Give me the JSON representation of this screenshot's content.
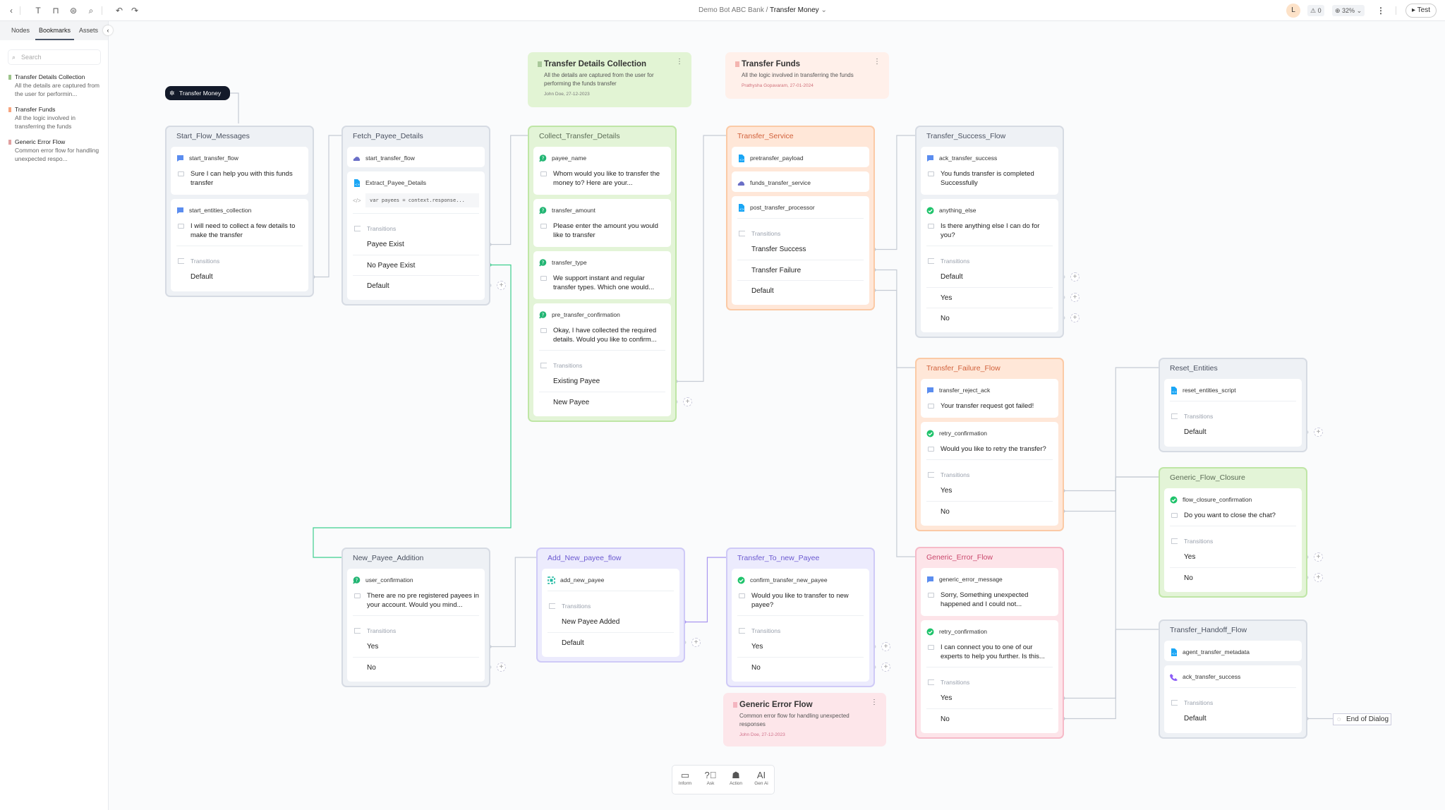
{
  "topbar": {
    "breadcrumb_parent": "Demo Bot ABC Bank",
    "breadcrumb_sep": "/",
    "breadcrumb_current": "Transfer Money",
    "avatar": "L",
    "warnings": "0",
    "zoom": "32%",
    "test_label": "Test"
  },
  "sidebar": {
    "tabs": [
      "Nodes",
      "Bookmarks",
      "Assets"
    ],
    "search_placeholder": "Search",
    "bookmarks": [
      {
        "title": "Transfer Details Collection",
        "desc": "All the details are captured from the user for performin...",
        "color": "#9cc48a"
      },
      {
        "title": "Transfer Funds",
        "desc": "All the logic involved in transferring the funds",
        "color": "#f6a57f"
      },
      {
        "title": "Generic Error Flow",
        "desc": "Common error flow for handling unexpected respo...",
        "color": "#e0a0a0"
      }
    ]
  },
  "canvas": {
    "start_node": "Transfer Money",
    "end_node": "End of Dialog",
    "transitions_label": "Transitions",
    "notes": [
      {
        "title": "Transfer Details Collection",
        "desc": "All the details are captured from the user for performing the funds transfer",
        "author": "John Doe, 27-12-2023",
        "bg": "#e2f4d4",
        "flag": "#a9c89a",
        "author_color": "#777"
      },
      {
        "title": "Transfer Funds",
        "desc": "All the logic involved in transferring the funds",
        "author": "Prathysha Gopavaram, 27-01-2024",
        "bg": "#fff0ea",
        "flag": "#f4b5b0",
        "author_color": "#d0707a"
      },
      {
        "title": "Generic Error Flow",
        "desc": "Common error flow for handling unexpected responses",
        "author": "John Doe, 27-12-2023",
        "bg": "#fde6ea",
        "flag": "#f4b5c0",
        "author_color": "#d0708a"
      }
    ],
    "nodes": [
      {
        "title": "Start_Flow_Messages",
        "theme": "gray",
        "steps": [
          {
            "icon": "message-icon",
            "name": "start_transfer_flow",
            "message": "Sure I can help you with this funds transfer"
          },
          {
            "icon": "message-icon",
            "name": "start_entities_collection",
            "message": "I will need to collect a few details to make the transfer"
          }
        ],
        "transitions": [
          "Default"
        ]
      },
      {
        "title": "Fetch_Payee_Details",
        "theme": "gray",
        "steps": [
          {
            "icon": "service-icon",
            "name": "start_transfer_flow"
          },
          {
            "icon": "script-icon",
            "name": "Extract_Payee_Details",
            "code": "var payees = context.response..."
          }
        ],
        "transitions": [
          "Payee Exist",
          "No Payee Exist",
          "Default"
        ]
      },
      {
        "title": "Collect_Transfer_Details",
        "theme": "green",
        "steps": [
          {
            "icon": "ask-icon",
            "name": "payee_name",
            "message": "Whom would you like to transfer the money to? Here are your..."
          },
          {
            "icon": "ask-icon",
            "name": "transfer_amount",
            "message": "Please enter the amount you would like to transfer"
          },
          {
            "icon": "ask-icon",
            "name": "transfer_type",
            "message": "We support instant and regular transfer types. Which one would..."
          },
          {
            "icon": "ask-icon",
            "name": "pre_transfer_confirmation",
            "message": "Okay, I have collected the required details. Would you like to confirm..."
          }
        ],
        "transitions": [
          "Existing Payee",
          "New Payee"
        ]
      },
      {
        "title": "Transfer_Service",
        "theme": "orange",
        "steps": [
          {
            "icon": "script-icon",
            "name": "pretransfer_payload"
          },
          {
            "icon": "service-icon",
            "name": "funds_transfer_service"
          },
          {
            "icon": "script-icon",
            "name": "post_transfer_processor"
          }
        ],
        "transitions": [
          "Transfer Success",
          "Transfer Failure",
          "Default"
        ]
      },
      {
        "title": "Transfer_Success_Flow",
        "theme": "gray",
        "steps": [
          {
            "icon": "message-icon",
            "name": "ack_transfer_success",
            "message": "You funds transfer is completed Successfully"
          },
          {
            "icon": "confirm-icon",
            "name": "anything_else",
            "message": "Is there anything else I can do for you?"
          }
        ],
        "transitions": [
          "Default",
          "Yes",
          "No"
        ]
      },
      {
        "title": "Transfer_Failure_Flow",
        "theme": "orange",
        "steps": [
          {
            "icon": "message-icon",
            "name": "transfer_reject_ack",
            "message": "Your transfer request got failed!"
          },
          {
            "icon": "confirm-icon",
            "name": "retry_confirmation",
            "message": "Would you like to retry the transfer?"
          }
        ],
        "transitions": [
          "Yes",
          "No"
        ]
      },
      {
        "title": "Reset_Entities",
        "theme": "gray",
        "steps": [
          {
            "icon": "script-icon",
            "name": "reset_entities_script"
          }
        ],
        "transitions": [
          "Default"
        ]
      },
      {
        "title": "Generic_Flow_Closure",
        "theme": "green",
        "steps": [
          {
            "icon": "confirm-icon",
            "name": "flow_closure_confirmation",
            "message": "Do you want to close the chat?"
          }
        ],
        "transitions": [
          "Yes",
          "No"
        ]
      },
      {
        "title": "Transfer_Handoff_Flow",
        "theme": "gray",
        "steps": [
          {
            "icon": "script-icon",
            "name": "agent_transfer_metadata"
          },
          {
            "icon": "agent-transfer-icon",
            "name": "ack_transfer_success"
          }
        ],
        "transitions": [
          "Default"
        ]
      },
      {
        "title": "New_Payee_Addition",
        "theme": "gray",
        "steps": [
          {
            "icon": "ask-icon",
            "name": "user_confirmation",
            "message": "There are no pre registered payees in your account. Would you mind..."
          }
        ],
        "transitions": [
          "Yes",
          "No"
        ]
      },
      {
        "title": "Add_New_payee_flow",
        "theme": "purple",
        "steps": [
          {
            "icon": "form-icon",
            "name": "add_new_payee"
          }
        ],
        "transitions": [
          "New Payee Added",
          "Default"
        ]
      },
      {
        "title": "Transfer_To_new_Payee",
        "theme": "purple",
        "steps": [
          {
            "icon": "confirm-icon",
            "name": "confirm_transfer_new_payee",
            "message": "Would you like to transfer to new payee?"
          }
        ],
        "transitions": [
          "Yes",
          "No"
        ]
      },
      {
        "title": "Generic_Error_Flow",
        "theme": "pink",
        "steps": [
          {
            "icon": "message-icon",
            "name": "generic_error_message",
            "message": "Sorry, Something unexpected happened and I could not..."
          },
          {
            "icon": "confirm-icon",
            "name": "retry_confirmation",
            "message": "I can connect you to one of our experts to help you further. Is this..."
          }
        ],
        "transitions": [
          "Yes",
          "No"
        ]
      }
    ]
  },
  "toolbar": {
    "items": [
      {
        "label": "Inform",
        "icon": "chat-icon"
      },
      {
        "label": "Ask",
        "icon": "question-icon"
      },
      {
        "label": "Action",
        "icon": "robot-icon"
      },
      {
        "label": "Gen Ai",
        "icon": "ai-icon"
      }
    ]
  }
}
